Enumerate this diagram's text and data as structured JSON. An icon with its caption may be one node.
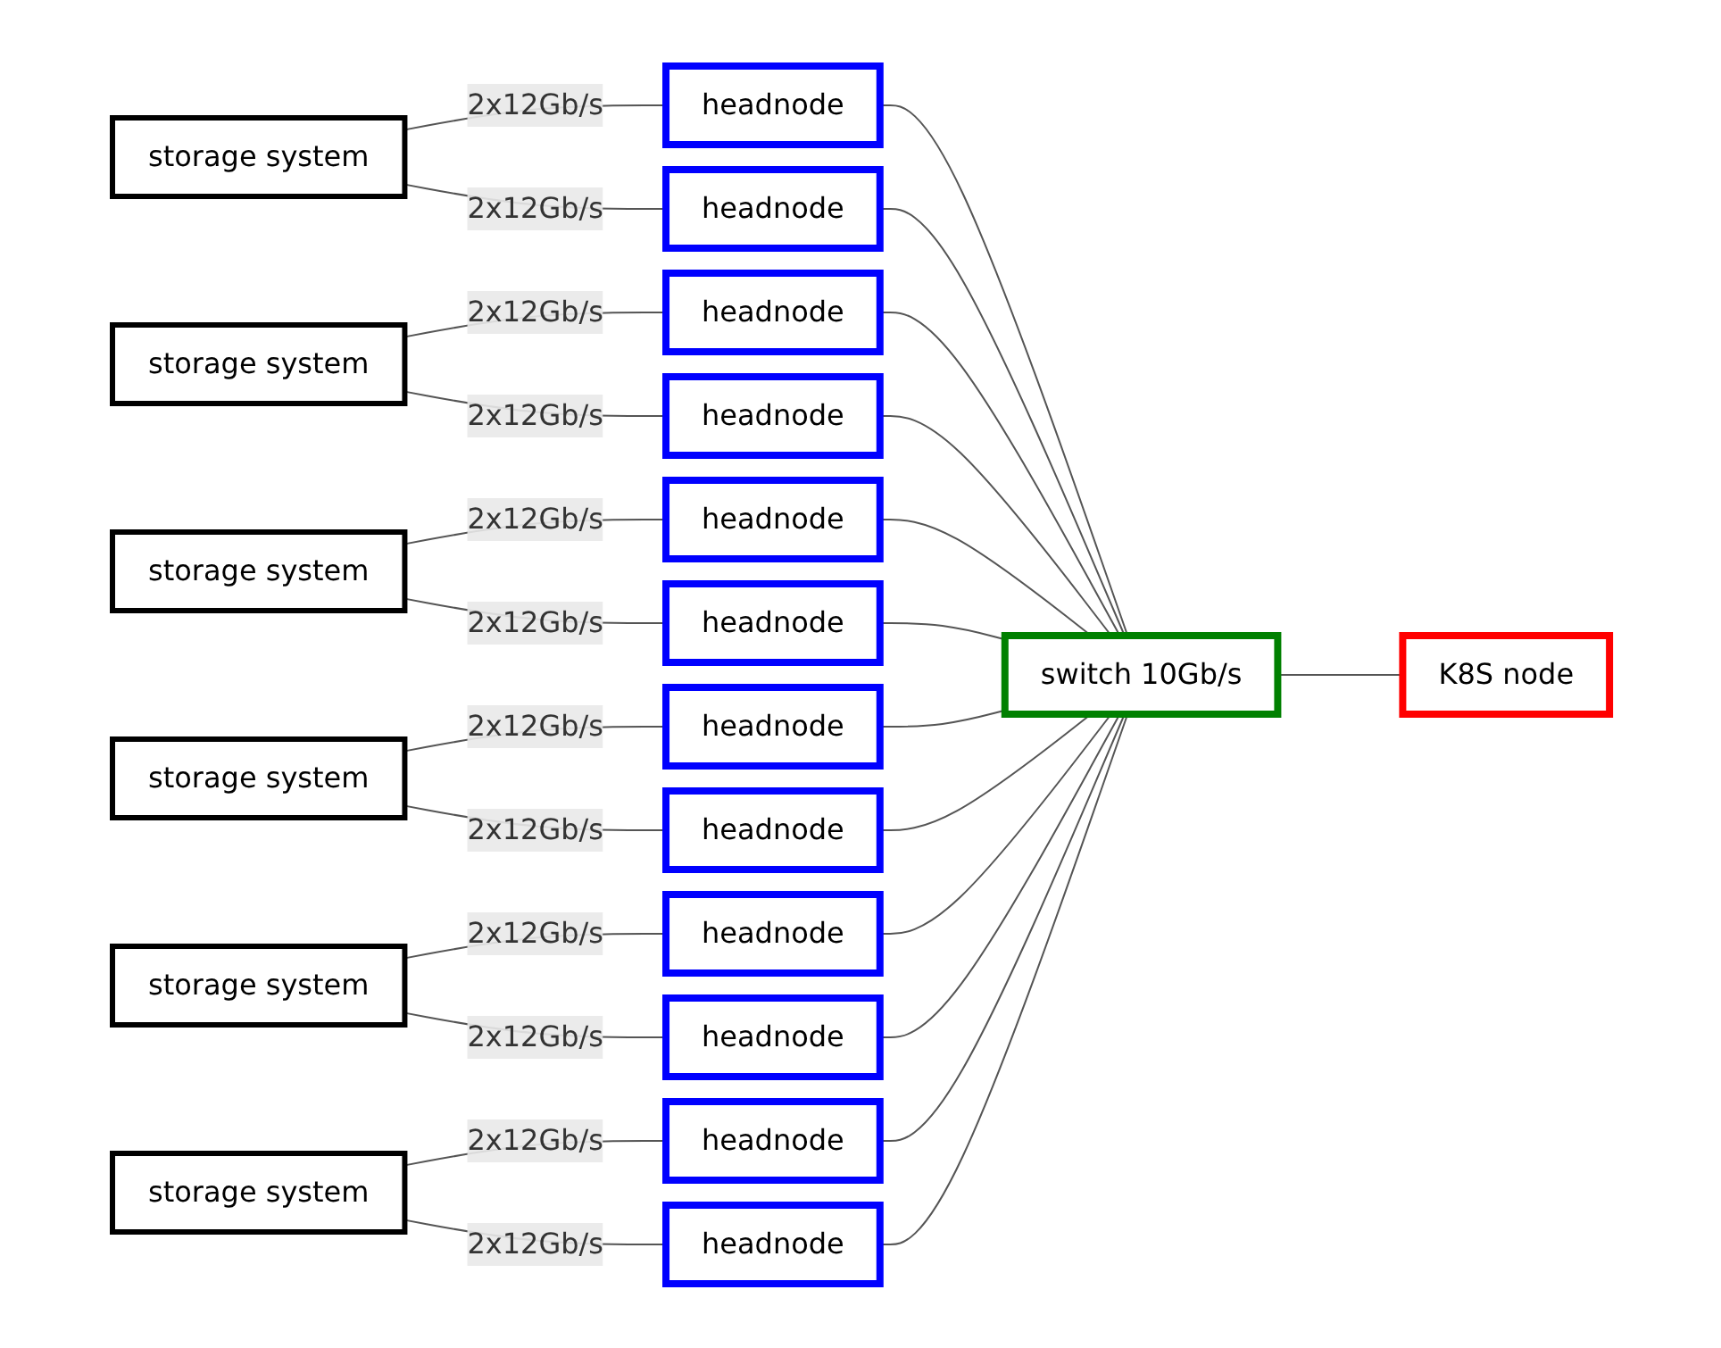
{
  "diagram": {
    "nodes": [
      {
        "text": [
          "headnode"
        ]
      },
      {
        "text": [
          "storage system"
        ]
      },
      {
        "text": [
          "headnode"
        ]
      },
      {
        "text": [
          "headnode"
        ]
      },
      {
        "text": [
          "storage system"
        ]
      },
      {
        "text": [
          "headnode"
        ]
      },
      {
        "text": [
          "headnode"
        ]
      },
      {
        "text": [
          "storage system"
        ]
      },
      {
        "text": [
          "headnode"
        ]
      },
      {
        "text": [
          "switch 10Gb/s"
        ]
      },
      {
        "text": [
          "headnode"
        ]
      },
      {
        "text": [
          "storage system"
        ]
      },
      {
        "text": [
          "headnode"
        ]
      },
      {
        "text": [
          "headnode"
        ]
      },
      {
        "text": [
          "storage system"
        ]
      },
      {
        "text": [
          "headnode"
        ]
      },
      {
        "text": [
          "headnode"
        ]
      },
      {
        "text": [
          "storage system"
        ]
      },
      {
        "text": [
          "headnode"
        ]
      },
      {
        "text": [
          "K8S node"
        ]
      }
    ],
    "edges": [
      {
        "from": 1,
        "to": 0,
        "arrow": "none",
        "label": "2x12Gb/s"
      },
      {
        "from": 1,
        "to": 2,
        "arrow": "none",
        "label": "2x12Gb/s"
      },
      {
        "from": 4,
        "to": 3,
        "arrow": "none",
        "label": "2x12Gb/s"
      },
      {
        "from": 4,
        "to": 5,
        "arrow": "none",
        "label": "2x12Gb/s"
      },
      {
        "from": 7,
        "to": 6,
        "arrow": "none",
        "label": "2x12Gb/s"
      },
      {
        "from": 7,
        "to": 8,
        "arrow": "none",
        "label": "2x12Gb/s"
      },
      {
        "from": 11,
        "to": 10,
        "arrow": "none",
        "label": "2x12Gb/s"
      },
      {
        "from": 11,
        "to": 12,
        "arrow": "none",
        "label": "2x12Gb/s"
      },
      {
        "from": 14,
        "to": 13,
        "arrow": "none",
        "label": "2x12Gb/s"
      },
      {
        "from": 14,
        "to": 15,
        "arrow": "none",
        "label": "2x12Gb/s"
      },
      {
        "from": 17,
        "to": 16,
        "arrow": "none",
        "label": "2x12Gb/s"
      },
      {
        "from": 17,
        "to": 18,
        "arrow": "none",
        "label": "2x12Gb/s"
      },
      {
        "from": 0,
        "to": 9,
        "arrow": "none"
      },
      {
        "from": 2,
        "to": 9,
        "arrow": "none"
      },
      {
        "from": 3,
        "to": 9,
        "arrow": "none"
      },
      {
        "from": 5,
        "to": 9,
        "arrow": "none"
      },
      {
        "from": 6,
        "to": 9,
        "arrow": "none"
      },
      {
        "from": 8,
        "to": 9,
        "arrow": "none"
      },
      {
        "from": 10,
        "to": 9,
        "arrow": "none"
      },
      {
        "from": 12,
        "to": 9,
        "arrow": "none"
      },
      {
        "from": 13,
        "to": 9,
        "arrow": "none"
      },
      {
        "from": 15,
        "to": 9,
        "arrow": "none"
      },
      {
        "from": 16,
        "to": 9,
        "arrow": "none"
      },
      {
        "from": 18,
        "to": 9,
        "arrow": "none"
      },
      {
        "from": 9,
        "to": 19,
        "arrow": "none"
      }
    ]
  }
}
